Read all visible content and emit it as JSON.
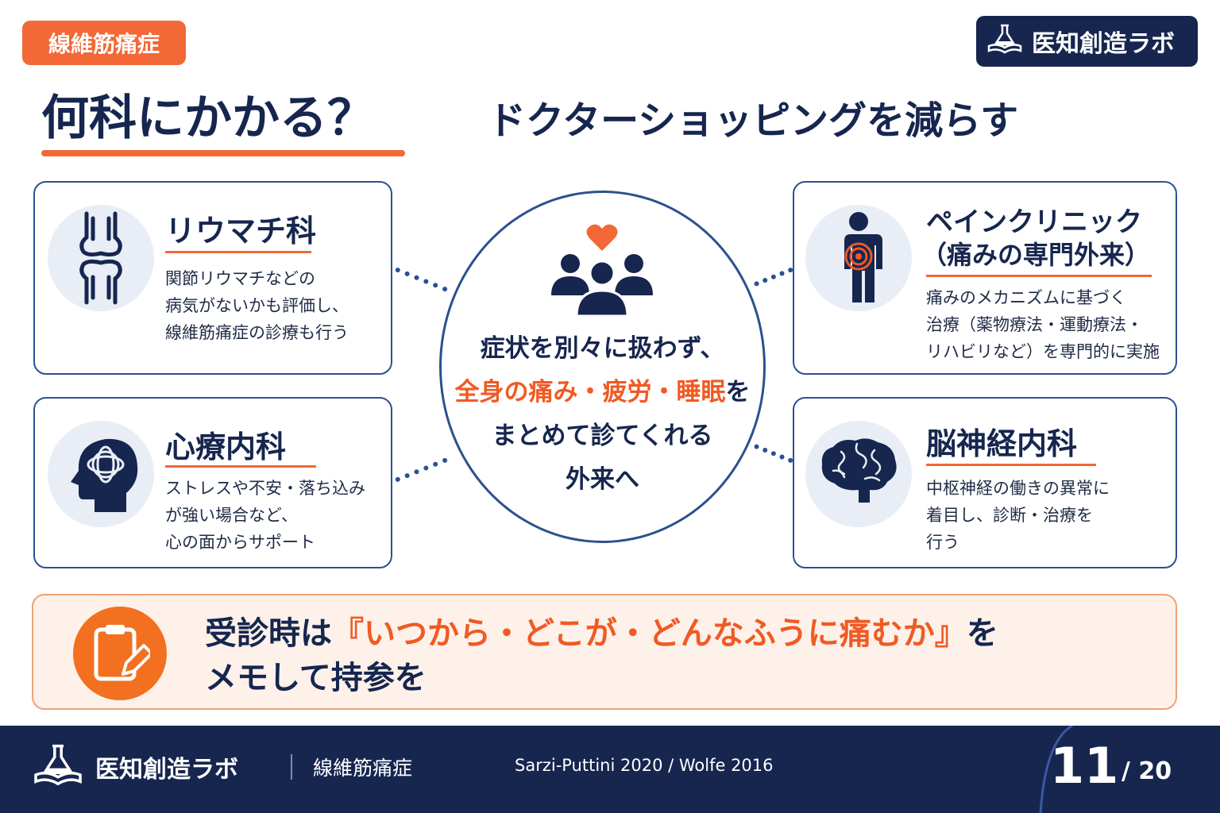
{
  "header": {
    "tag": "線維筋痛症",
    "brand": "医知創造ラボ",
    "title": "何科にかかる？",
    "subtitle": "ドクターショッピングを減らす"
  },
  "cards": {
    "rheumatology": {
      "title": "リウマチ科",
      "text": "関節リウマチなどの\n病気がないかも評価し、\n線維筋痛症の診療も行う",
      "icon": "joint-icon"
    },
    "psychosomatic": {
      "title": "心療内科",
      "text": "ストレスや不安・落ち込み\nが強い場合など、\n心の面からサポート",
      "icon": "head-mind-icon"
    },
    "pain_clinic": {
      "title": "ペインクリニック",
      "title2": "（痛みの専門外来）",
      "text": "痛みのメカニズムに基づく\n治療（薬物療法・運動療法・\nリハビリなど）を専門的に実施",
      "icon": "body-pain-icon"
    },
    "neurology": {
      "title": "脳神経内科",
      "text": "中枢神経の働きの異常に\n着目し、診断・治療を\n行う",
      "icon": "brain-icon"
    }
  },
  "center": {
    "line1": "症状を別々に扱わず、",
    "line2_highlight": "全身の痛み・疲労・睡眠",
    "line2_rest": "を",
    "line3": "まとめて診てくれる",
    "line4": "外来へ",
    "icon": "people-heart-icon"
  },
  "memo": {
    "line1_start": "受診時は",
    "line1_highlight": "『いつから・どこが・どんなふうに痛むか』",
    "line1_end": "を",
    "line2": "メモして持参を",
    "icon": "clipboard-pen-icon"
  },
  "footer": {
    "brand": "医知創造ラボ",
    "category": "線維筋痛症",
    "reference": "Sarzi-Puttini 2020 / Wolfe 2016",
    "page": "11",
    "total": "/ 20"
  },
  "colors": {
    "navy": "#17264f",
    "accent": "#f26836",
    "border": "#2b5190"
  }
}
